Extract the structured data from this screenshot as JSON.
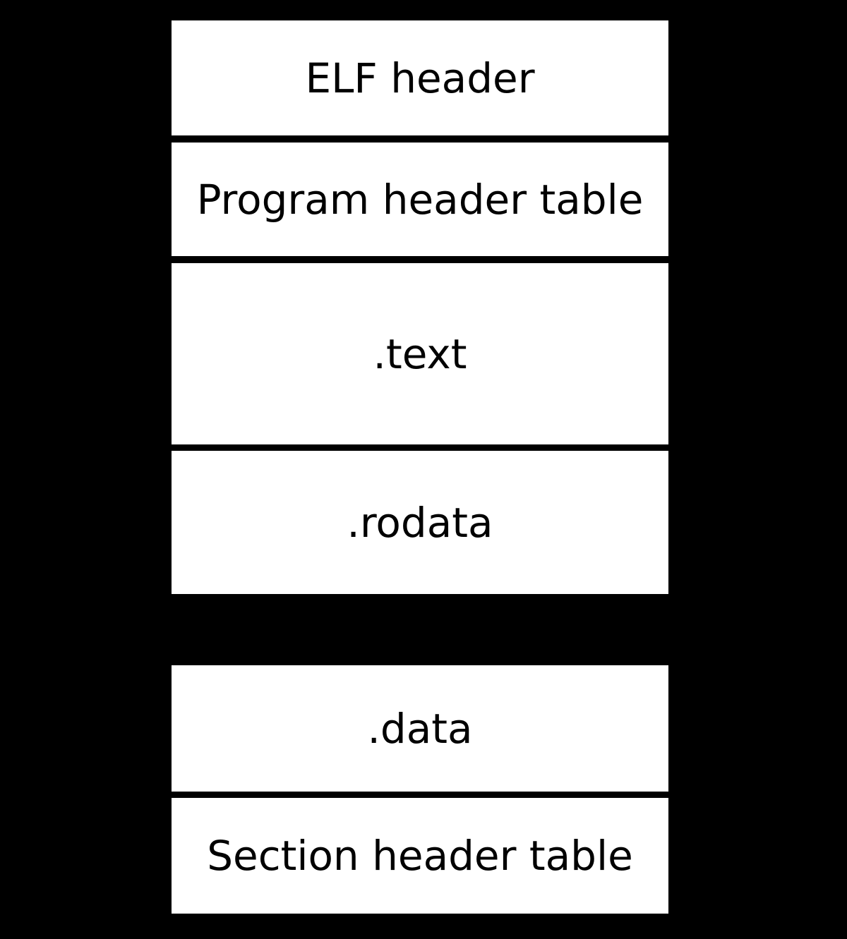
{
  "diagram": {
    "description_colors": {
      "background": "#000000",
      "box_fill": "#ffffff",
      "text": "#000000"
    },
    "sections": [
      {
        "label": "ELF header"
      },
      {
        "label": "Program header table"
      },
      {
        "label": ".text"
      },
      {
        "label": ".rodata"
      },
      {
        "label": ".data"
      },
      {
        "label": "Section header table"
      }
    ]
  }
}
